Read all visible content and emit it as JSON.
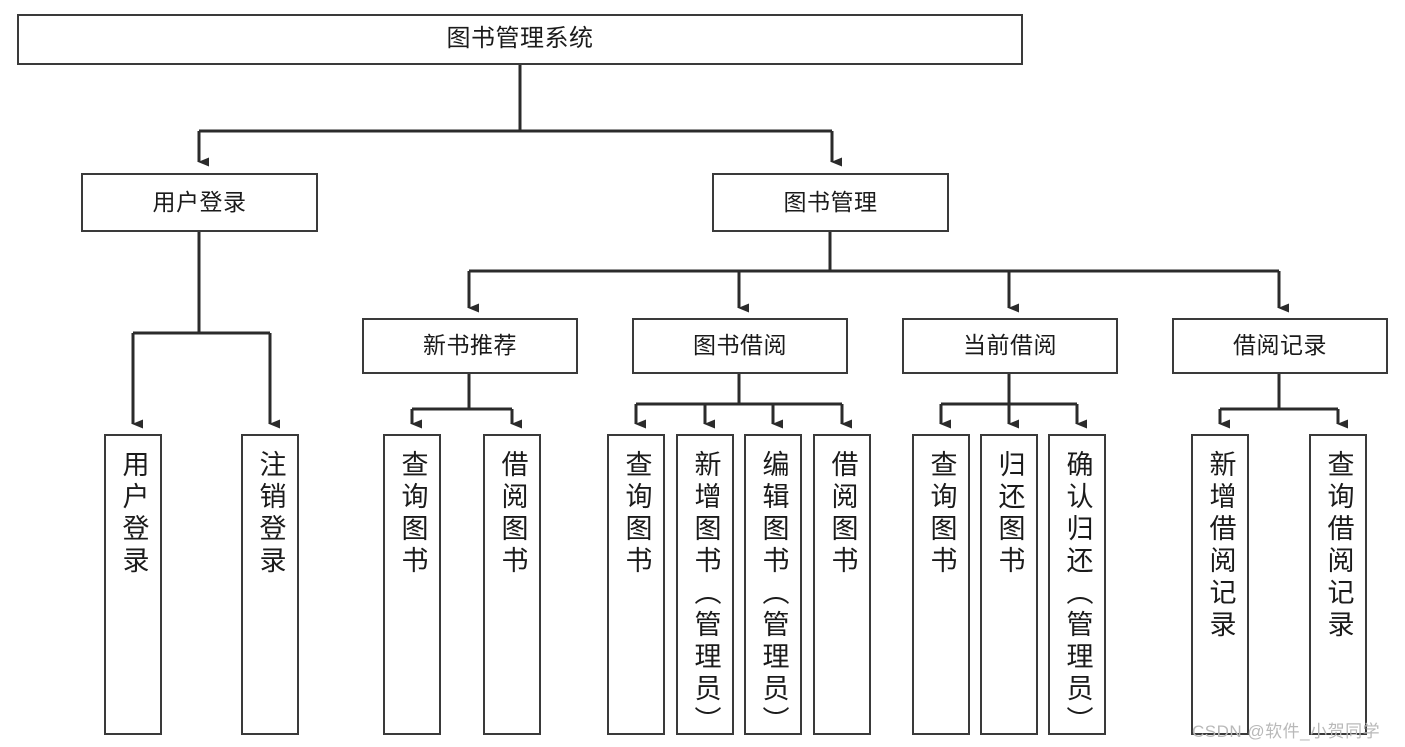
{
  "diagram": {
    "title": "图书管理系统",
    "type": "tree",
    "root": {
      "label": "图书管理系统"
    },
    "level2": [
      {
        "label": "用户登录"
      },
      {
        "label": "图书管理"
      }
    ],
    "level3": [
      {
        "label": "新书推荐"
      },
      {
        "label": "图书借阅"
      },
      {
        "label": "当前借阅"
      },
      {
        "label": "借阅记录"
      }
    ],
    "leaves": {
      "user_login": [
        {
          "label": "用户登录"
        },
        {
          "label": "注销登录"
        }
      ],
      "new_book_recommend": [
        {
          "label": "查询图书"
        },
        {
          "label": "借阅图书"
        }
      ],
      "book_borrow": [
        {
          "label": "查询图书"
        },
        {
          "label": "新增图书（管理员）"
        },
        {
          "label": "编辑图书（管理员）"
        },
        {
          "label": "借阅图书"
        }
      ],
      "current_borrow": [
        {
          "label": "查询图书"
        },
        {
          "label": "归还图书"
        },
        {
          "label": "确认归还（管理员）"
        }
      ],
      "borrow_record": [
        {
          "label": "新增借阅记录"
        },
        {
          "label": "查询借阅记录"
        }
      ]
    }
  },
  "watermark": {
    "text": "CSDN @软件_小贺同学"
  },
  "colors": {
    "border": "#3a3a3a",
    "text": "#1b1b1b",
    "background": "#ffffff",
    "watermark": "#b9b9b9"
  }
}
